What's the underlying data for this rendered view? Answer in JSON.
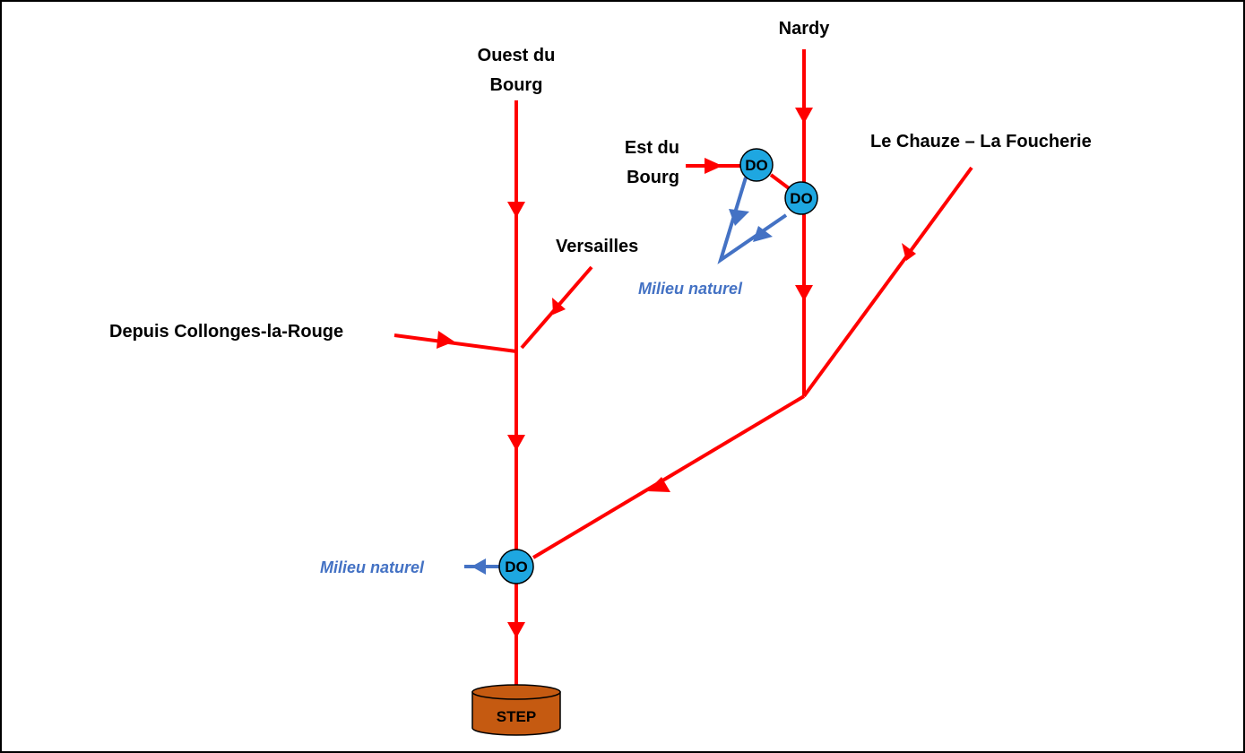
{
  "labels": {
    "ouest_line1": "Ouest du",
    "ouest_line2": "Bourg",
    "nardy": "Nardy",
    "est_line1": "Est du",
    "est_line2": "Bourg",
    "chauze": "Le Chauze – La Foucherie",
    "versailles": "Versailles",
    "collonges": "Depuis Collonges-la-Rouge",
    "milieu_naturel_top": "Milieu naturel",
    "milieu_naturel_bottom": "Milieu naturel"
  },
  "nodes": {
    "do_label": "DO",
    "step_label": "STEP"
  },
  "colors": {
    "network": "#ff0000",
    "overflow": "#4472c4",
    "do_fill": "#1ea7e1",
    "step_fill": "#c55a11"
  }
}
